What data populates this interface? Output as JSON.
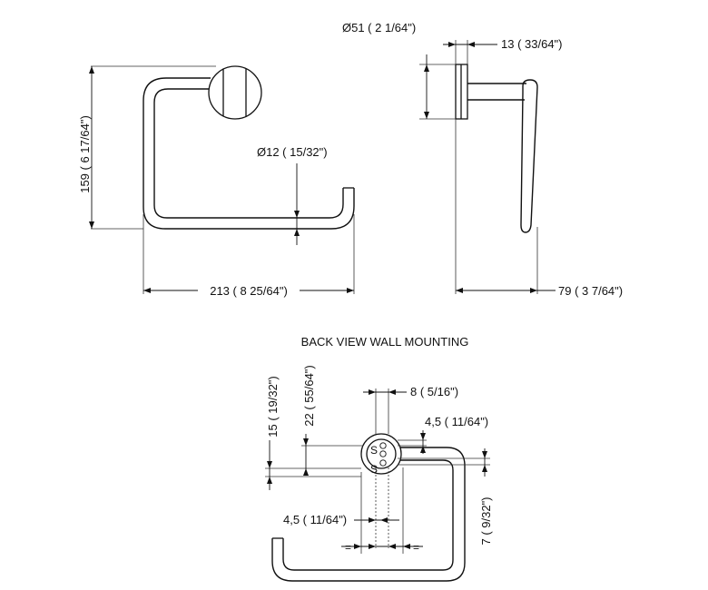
{
  "front_view": {
    "width_dim": "213 ( 8 25/64\")",
    "height_dim": "159 ( 6 17/64\")",
    "tube_dia_dim": "Ø12 ( 15/32\")"
  },
  "side_view": {
    "flange_dia_dim": "Ø51 ( 2 1/64\")",
    "flange_thickness_dim": "13 ( 33/64\")",
    "projection_dim": "79 ( 3 7/64\")"
  },
  "back_view": {
    "title": "BACK VIEW WALL MOUNTING",
    "hole_dia_dim": "8 ( 5/16\")",
    "offset_top_dim": "4,5 ( 11/64\")",
    "offset_left_dim": "4,5 ( 11/64\")",
    "height_15_dim": "15 ( 19/32\")",
    "height_22_dim": "22 ( 55/64\")",
    "height_7_dim": "7 ( 9/32\")",
    "equal_mark": "=",
    "hole_label": "S"
  }
}
